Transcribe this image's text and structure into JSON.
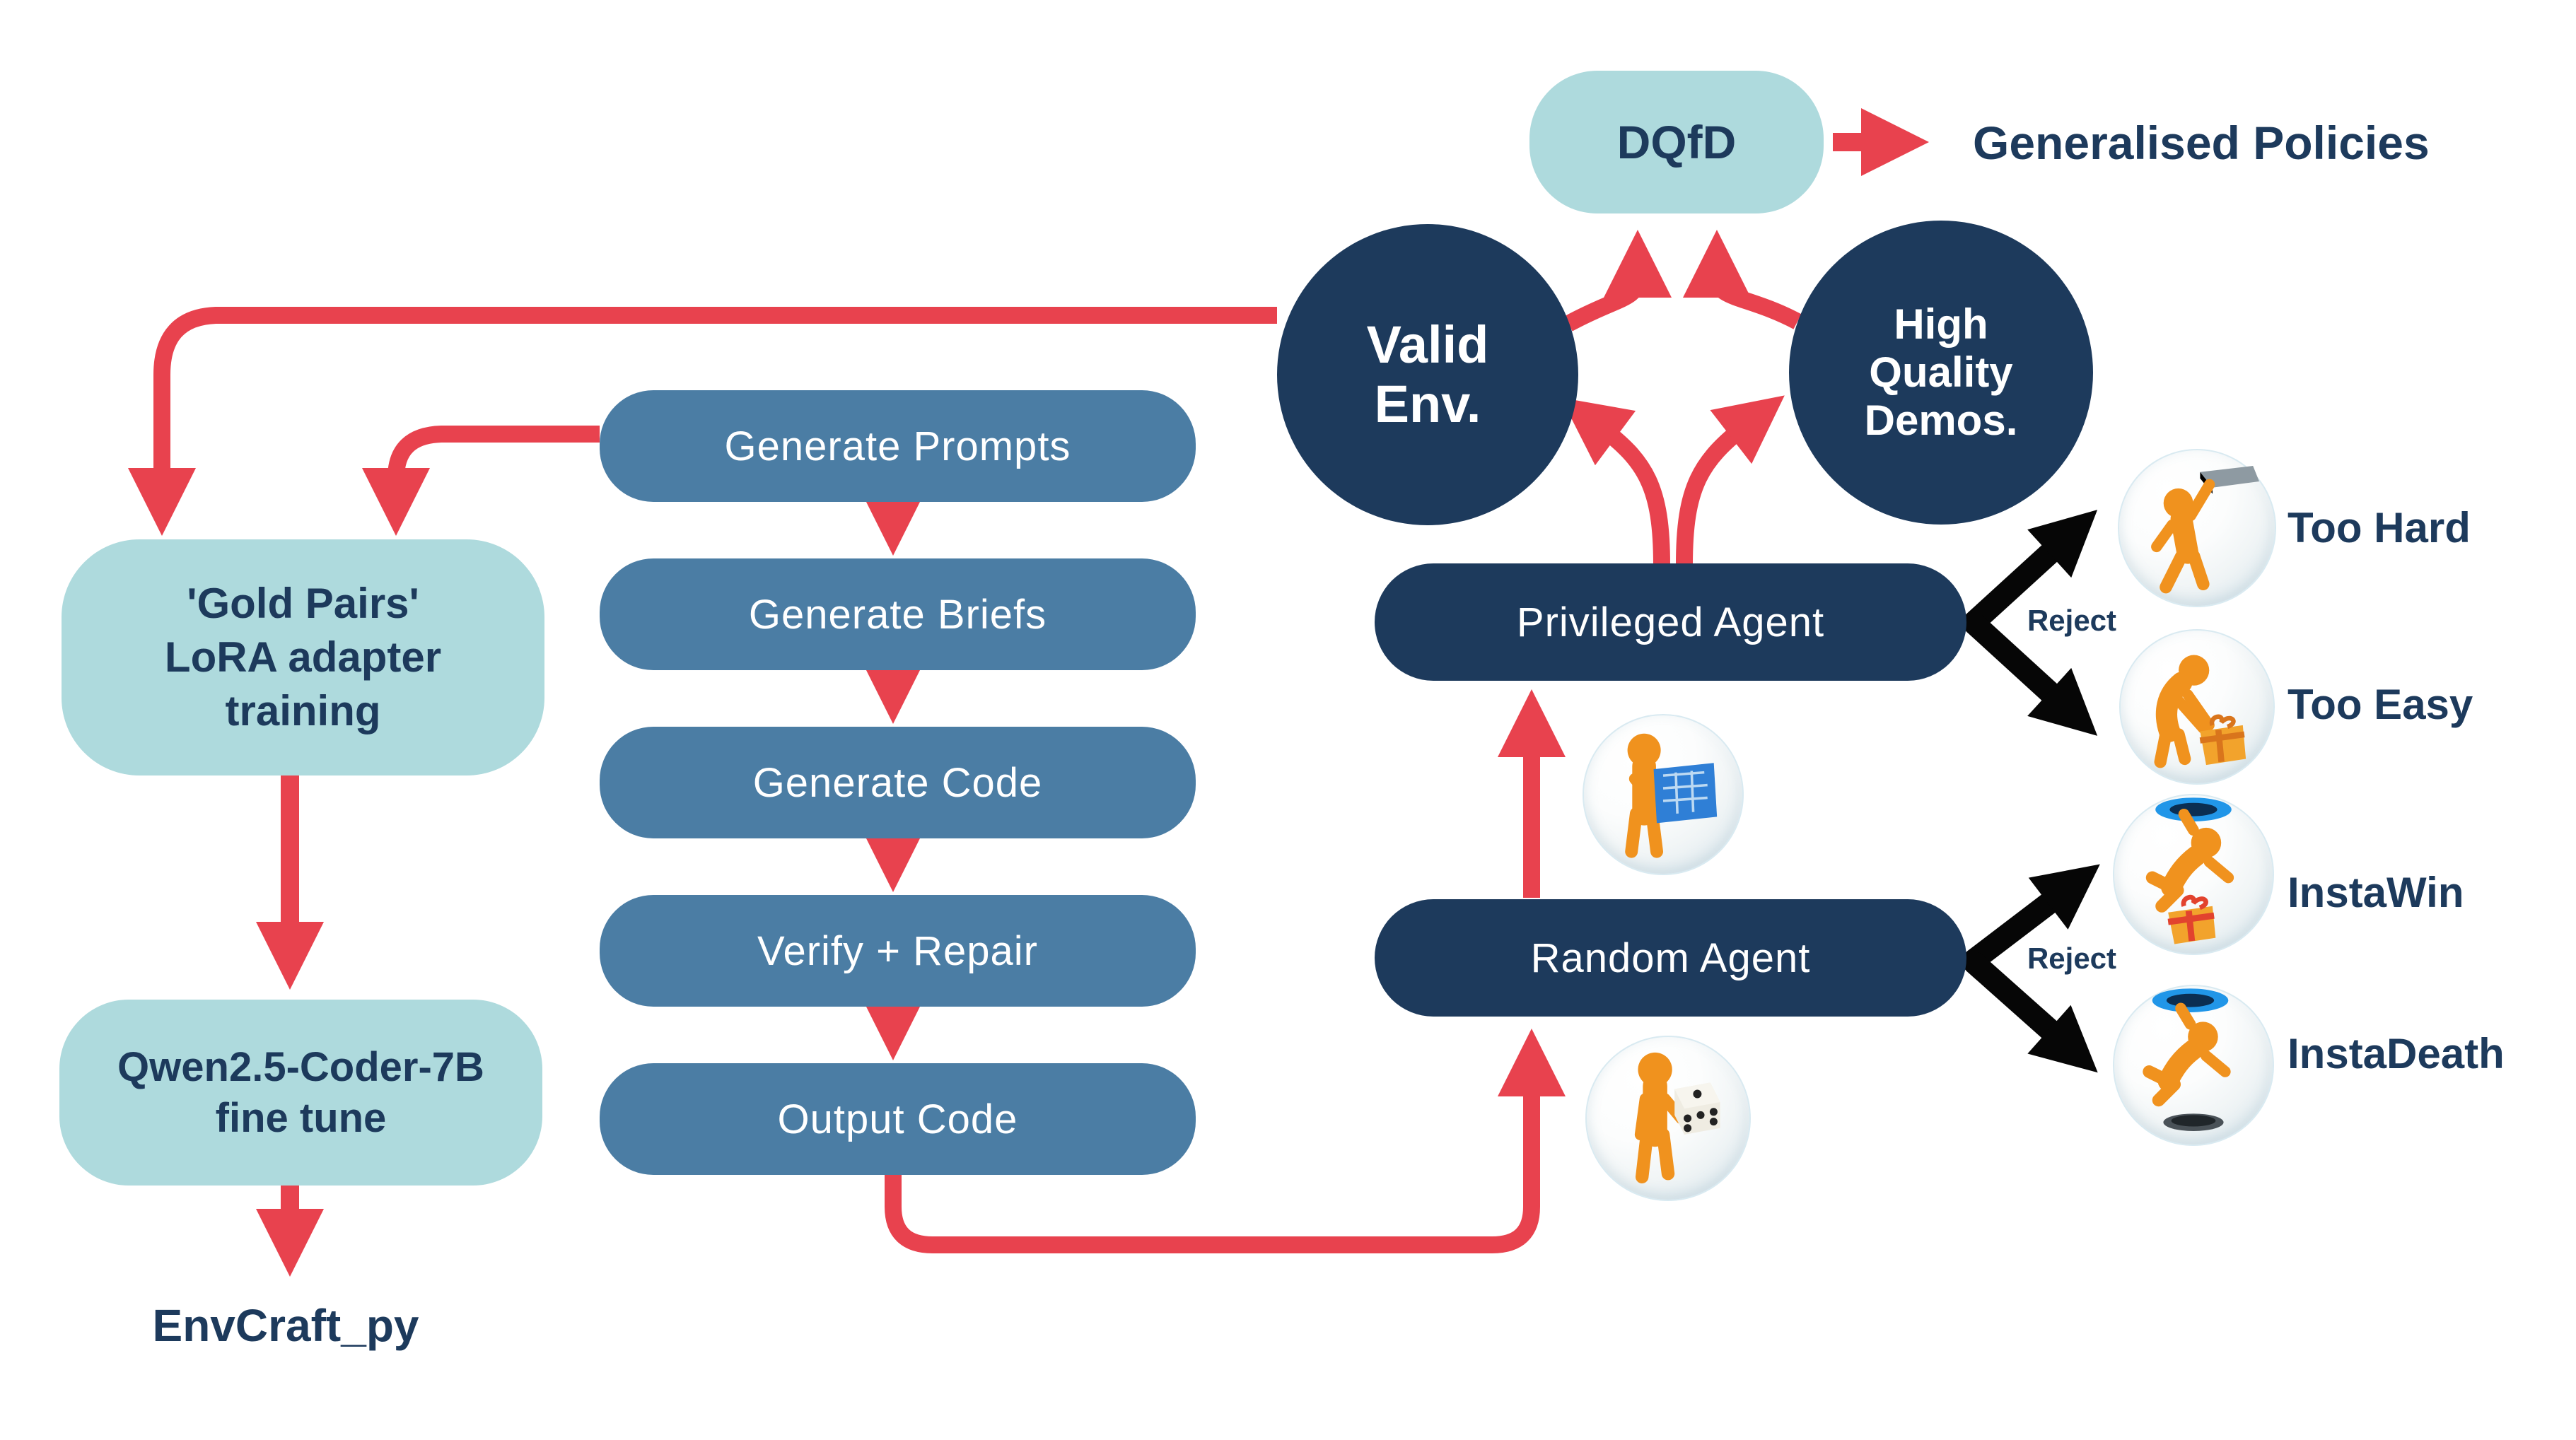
{
  "colors": {
    "red": "#e8424e",
    "navy": "#1d3a5c",
    "steel_blue": "#4b7da4",
    "teal": "#aedadd",
    "black": "#000000",
    "figure_orange": "#f0921e",
    "portal_blue": "#2196e8"
  },
  "top": {
    "dqfd_label": "DQfD",
    "generalised_label": "Generalised Policies"
  },
  "circles": {
    "valid_env": {
      "line1": "Valid",
      "line2": "Env."
    },
    "high_quality": {
      "line1": "High",
      "line2": "Quality",
      "line3": "Demos."
    }
  },
  "left_branch": {
    "gold": {
      "line1": "'Gold Pairs'",
      "line2": "LoRA adapter",
      "line3": "training"
    },
    "qwen": {
      "line1": "Qwen2.5-Coder-7B",
      "line2": "fine tune"
    },
    "output_label": "EnvCraft_py"
  },
  "pipeline": [
    "Generate Prompts",
    "Generate Briefs",
    "Generate Code",
    "Verify + Repair",
    "Output Code"
  ],
  "agents": {
    "privileged_label": "Privileged Agent",
    "random_label": "Random Agent",
    "privileged_reject_label": "Reject",
    "random_reject_label": "Reject",
    "privileged_icon": "blueprint-figure-icon",
    "random_icon": "dice-figure-icon"
  },
  "outcomes": [
    {
      "label": "Too Hard",
      "icon": "too-hard-reaching-figure-icon"
    },
    {
      "label": "Too Easy",
      "icon": "too-easy-gift-figure-icon"
    },
    {
      "label": "InstaWin",
      "icon": "instawin-portal-gift-icon"
    },
    {
      "label": "InstaDeath",
      "icon": "instadeath-portal-hole-icon"
    }
  ]
}
